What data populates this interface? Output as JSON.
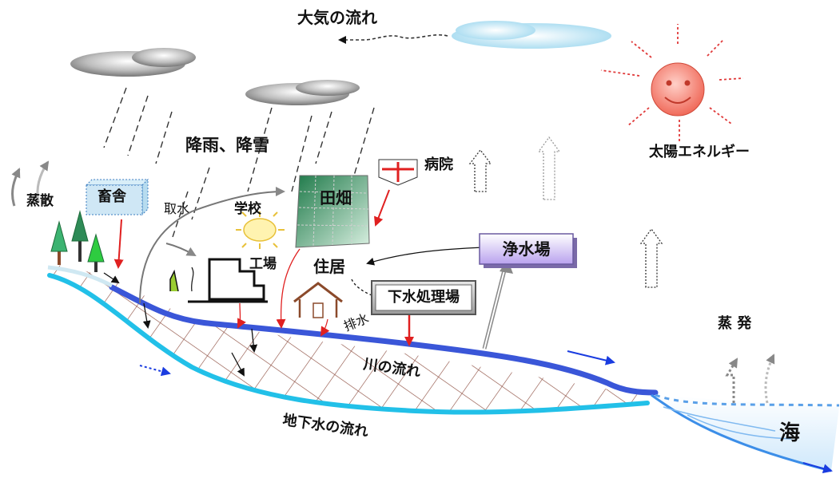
{
  "labels": {
    "atmosphere": "大気の流れ",
    "precipitation": "降雨、降雪",
    "solar_energy": "太陽エネルギー",
    "livestock_barn": "畜舎",
    "transpiration": "蒸散",
    "water_intake": "取水",
    "school": "学校",
    "factory": "工場",
    "fields": "田畑",
    "hospital": "病院",
    "housing": "住居",
    "water_purification": "浄水場",
    "sewage_treatment": "下水処理場",
    "drainage": "排水",
    "river_flow": "川の流れ",
    "groundwater_flow": "地下水の流れ",
    "evaporation": "蒸 発",
    "sea": "海"
  },
  "colors": {
    "river": "#3a56d8",
    "groundwater": "#22c0e8",
    "soil_hatch": "#8b4a3c",
    "pollution_arrow": "#e02020",
    "sun_face": "#f06a5a",
    "sun_rays": "#e03a3a",
    "fields": "#2e8b57",
    "water_plant_box": "#c9b8f0",
    "sewage_box": "#9e9e9e"
  },
  "icons": [
    "cloud-icon",
    "rain-streaks",
    "sun-face-icon",
    "tree-icon",
    "barn-icon",
    "school-sun-icon",
    "factory-icon",
    "field-grid-icon",
    "hospital-cross-icon",
    "house-icon",
    "updraft-arrow-icon",
    "evaporation-arrow-icon"
  ]
}
